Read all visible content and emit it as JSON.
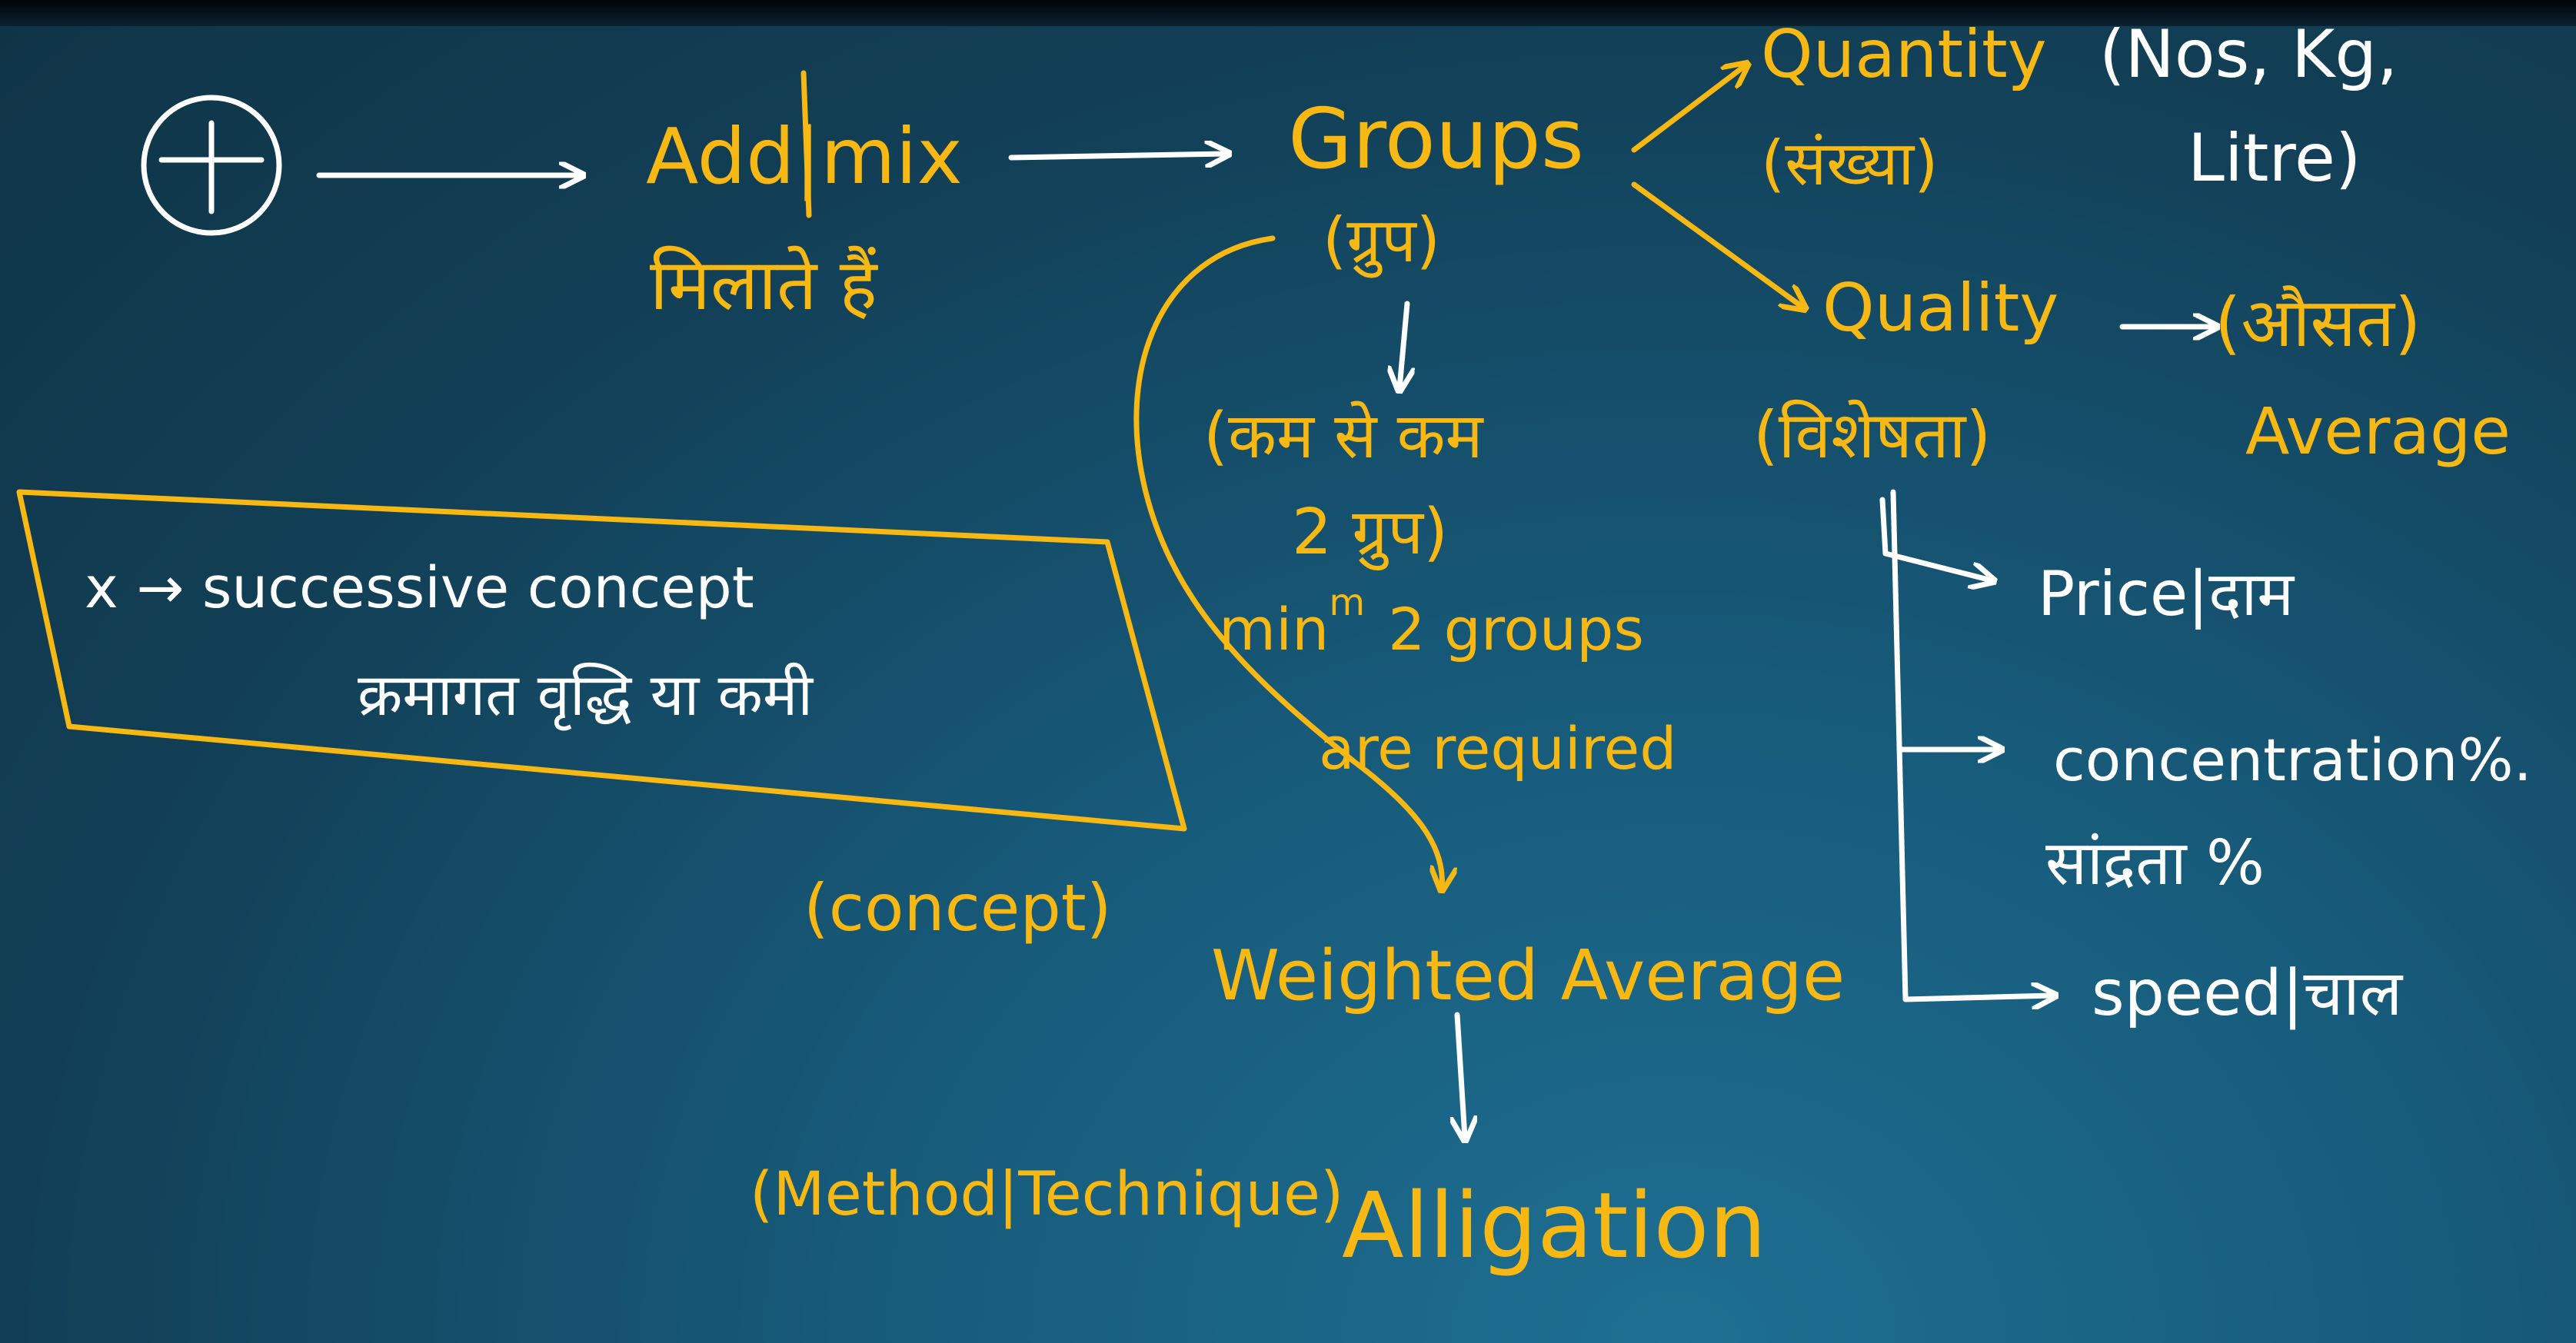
{
  "colors": {
    "ink_yellow": "#f8b813",
    "ink_white": "#ffffff",
    "board_dark": "#0f3446",
    "board_light": "#1e6f92"
  },
  "diagram": {
    "plus_symbol": "+",
    "add_mix": {
      "line1": "Add|mix",
      "line2": "मिलाते हैं"
    },
    "groups": {
      "line1": "Groups",
      "line2": "(ग्रुप)"
    },
    "min_groups": {
      "line1": "(कम से कम",
      "line2": "2 ग्रुप)",
      "line3": "min",
      "line3_sup": "m",
      "line3_rest": "2 groups",
      "line4": "are required"
    },
    "quantity": {
      "line1": "Quantity",
      "line2": "(संख्या)",
      "units_line1": "(Nos, Kg,",
      "units_line2": "Litre)"
    },
    "quality": {
      "line1": "Quality",
      "line2": "(विशेषता)",
      "average_hindi": "(औसत)",
      "average_label": "Average",
      "branches": [
        "Price|दाम",
        "concentration%.",
        "सांद्रता %",
        "speed|चाल"
      ]
    },
    "successive": {
      "line1": "x → successive concept",
      "line2": "क्रमागत वृद्धि या कमी"
    },
    "weighted": {
      "concept_tag": "(concept)",
      "label": "Weighted Average"
    },
    "alligation": {
      "method_tag": "(Method|Technique)",
      "label": "Alligation"
    }
  }
}
